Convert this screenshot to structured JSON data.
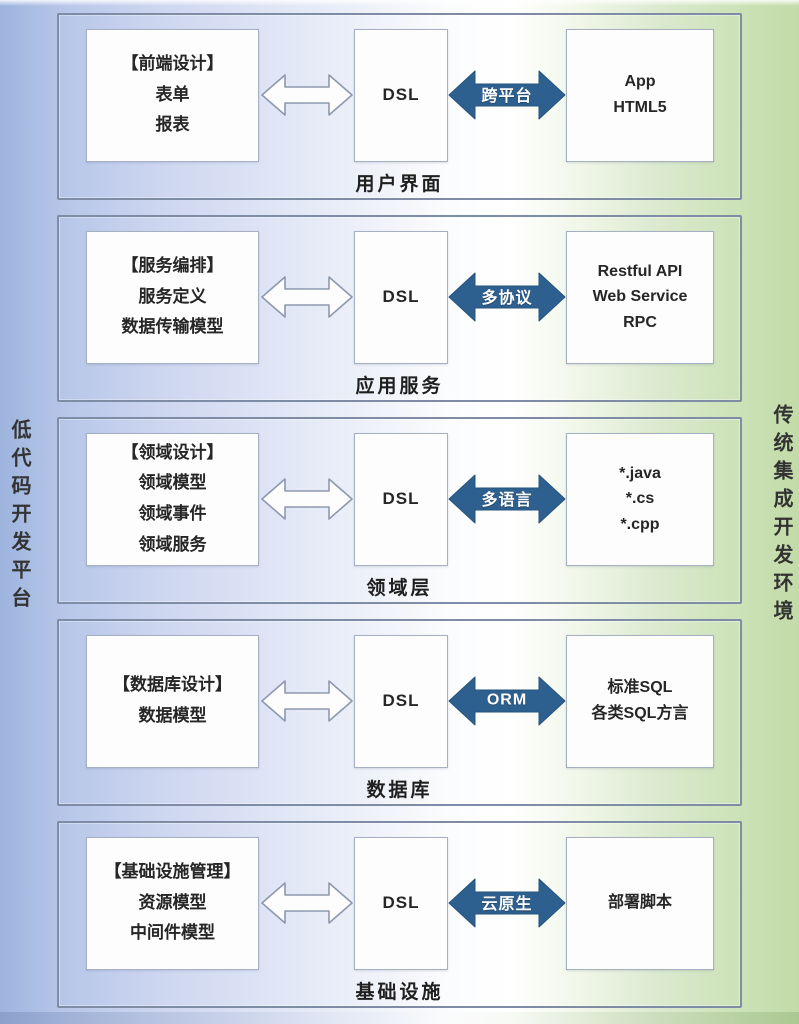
{
  "side_labels": {
    "left": "低代码开发平台",
    "right": "传统集成开发环境"
  },
  "rows": [
    {
      "design_title": "【前端设计】",
      "design_lines": [
        "表单",
        "报表"
      ],
      "dsl": "DSL",
      "bridge": "跨平台",
      "outputs": [
        "App",
        "HTML5"
      ],
      "section": "用户界面"
    },
    {
      "design_title": "【服务编排】",
      "design_lines": [
        "服务定义",
        "数据传输模型"
      ],
      "dsl": "DSL",
      "bridge": "多协议",
      "outputs": [
        "Restful API",
        "Web Service",
        "RPC"
      ],
      "section": "应用服务"
    },
    {
      "design_title": "【领域设计】",
      "design_lines": [
        "领域模型",
        "领域事件",
        "领域服务"
      ],
      "dsl": "DSL",
      "bridge": "多语言",
      "outputs": [
        "*.java",
        "*.cs",
        "*.cpp"
      ],
      "section": "领域层"
    },
    {
      "design_title": "【数据库设计】",
      "design_lines": [
        "数据模型"
      ],
      "dsl": "DSL",
      "bridge": "ORM",
      "outputs": [
        "标准SQL",
        "各类SQL方言"
      ],
      "section": "数据库"
    },
    {
      "design_title": "【基础设施管理】",
      "design_lines": [
        "资源模型",
        "中间件模型"
      ],
      "dsl": "DSL",
      "bridge": "云原生",
      "outputs": [
        "部署脚本"
      ],
      "section": "基础设施"
    }
  ],
  "colors": {
    "arrow_blue": "#2e608f",
    "background_left_blue": "#9db4de",
    "background_right_green": "#c2dba8",
    "section_border": "#7e8ca6"
  }
}
